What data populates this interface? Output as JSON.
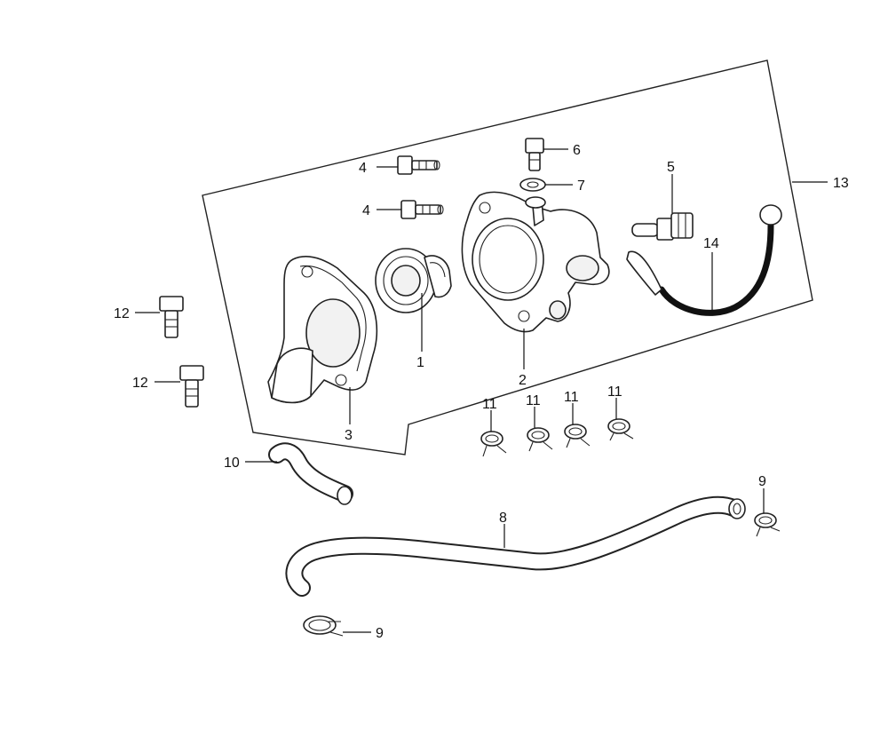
{
  "diagram": {
    "type": "exploded-parts",
    "accent_color": "#111111"
  },
  "callouts": [
    {
      "id": "c1",
      "label": "1"
    },
    {
      "id": "c2",
      "label": "2"
    },
    {
      "id": "c3",
      "label": "3"
    },
    {
      "id": "c4a",
      "label": "4"
    },
    {
      "id": "c4b",
      "label": "4"
    },
    {
      "id": "c5",
      "label": "5"
    },
    {
      "id": "c6",
      "label": "6"
    },
    {
      "id": "c7",
      "label": "7"
    },
    {
      "id": "c8",
      "label": "8"
    },
    {
      "id": "c9a",
      "label": "9"
    },
    {
      "id": "c9b",
      "label": "9"
    },
    {
      "id": "c10",
      "label": "10"
    },
    {
      "id": "c11a",
      "label": "11"
    },
    {
      "id": "c11b",
      "label": "11"
    },
    {
      "id": "c11c",
      "label": "11"
    },
    {
      "id": "c11d",
      "label": "11"
    },
    {
      "id": "c12a",
      "label": "12"
    },
    {
      "id": "c12b",
      "label": "12"
    },
    {
      "id": "c13",
      "label": "13"
    },
    {
      "id": "c14",
      "label": "14"
    }
  ]
}
